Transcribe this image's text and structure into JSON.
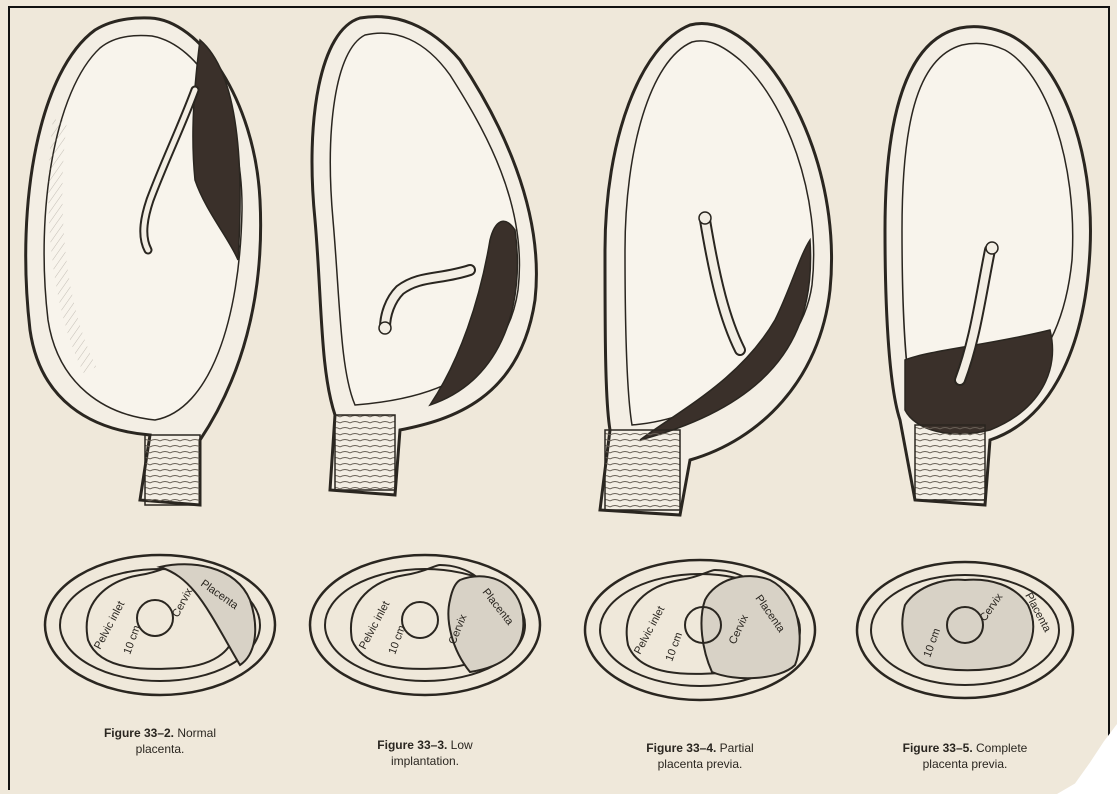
{
  "figures": [
    {
      "number": "Figure 33–2.",
      "caption_line1": "Normal",
      "caption_line2": "placenta.",
      "labels": {
        "inlet": "Pelvic inlet",
        "cm": "10 cm",
        "cervix": "Cervix",
        "placenta": "Placenta"
      }
    },
    {
      "number": "Figure 33–3.",
      "caption_line1": "Low",
      "caption_line2": "implantation.",
      "labels": {
        "inlet": "Pelvic inlet",
        "cm": "10 cm",
        "cervix": "Cervix",
        "placenta": "Placenta"
      }
    },
    {
      "number": "Figure 33–4.",
      "caption_line1": "Partial",
      "caption_line2": "placenta previa.",
      "labels": {
        "inlet": "Pelvic inlet",
        "cm": "10 cm",
        "cervix": "Cervix",
        "placenta": "Placenta"
      }
    },
    {
      "number": "Figure 33–5.",
      "caption_line1": "Complete",
      "caption_line2": "placenta previa.",
      "labels": {
        "cm": "10 cm",
        "cervix": "Cervix",
        "placenta": "Placenta"
      }
    }
  ],
  "colors": {
    "paper": "#efe8da",
    "ink": "#2a2620",
    "placenta_dark": "#3a302a",
    "placenta_shade": "#d8d2c6"
  }
}
